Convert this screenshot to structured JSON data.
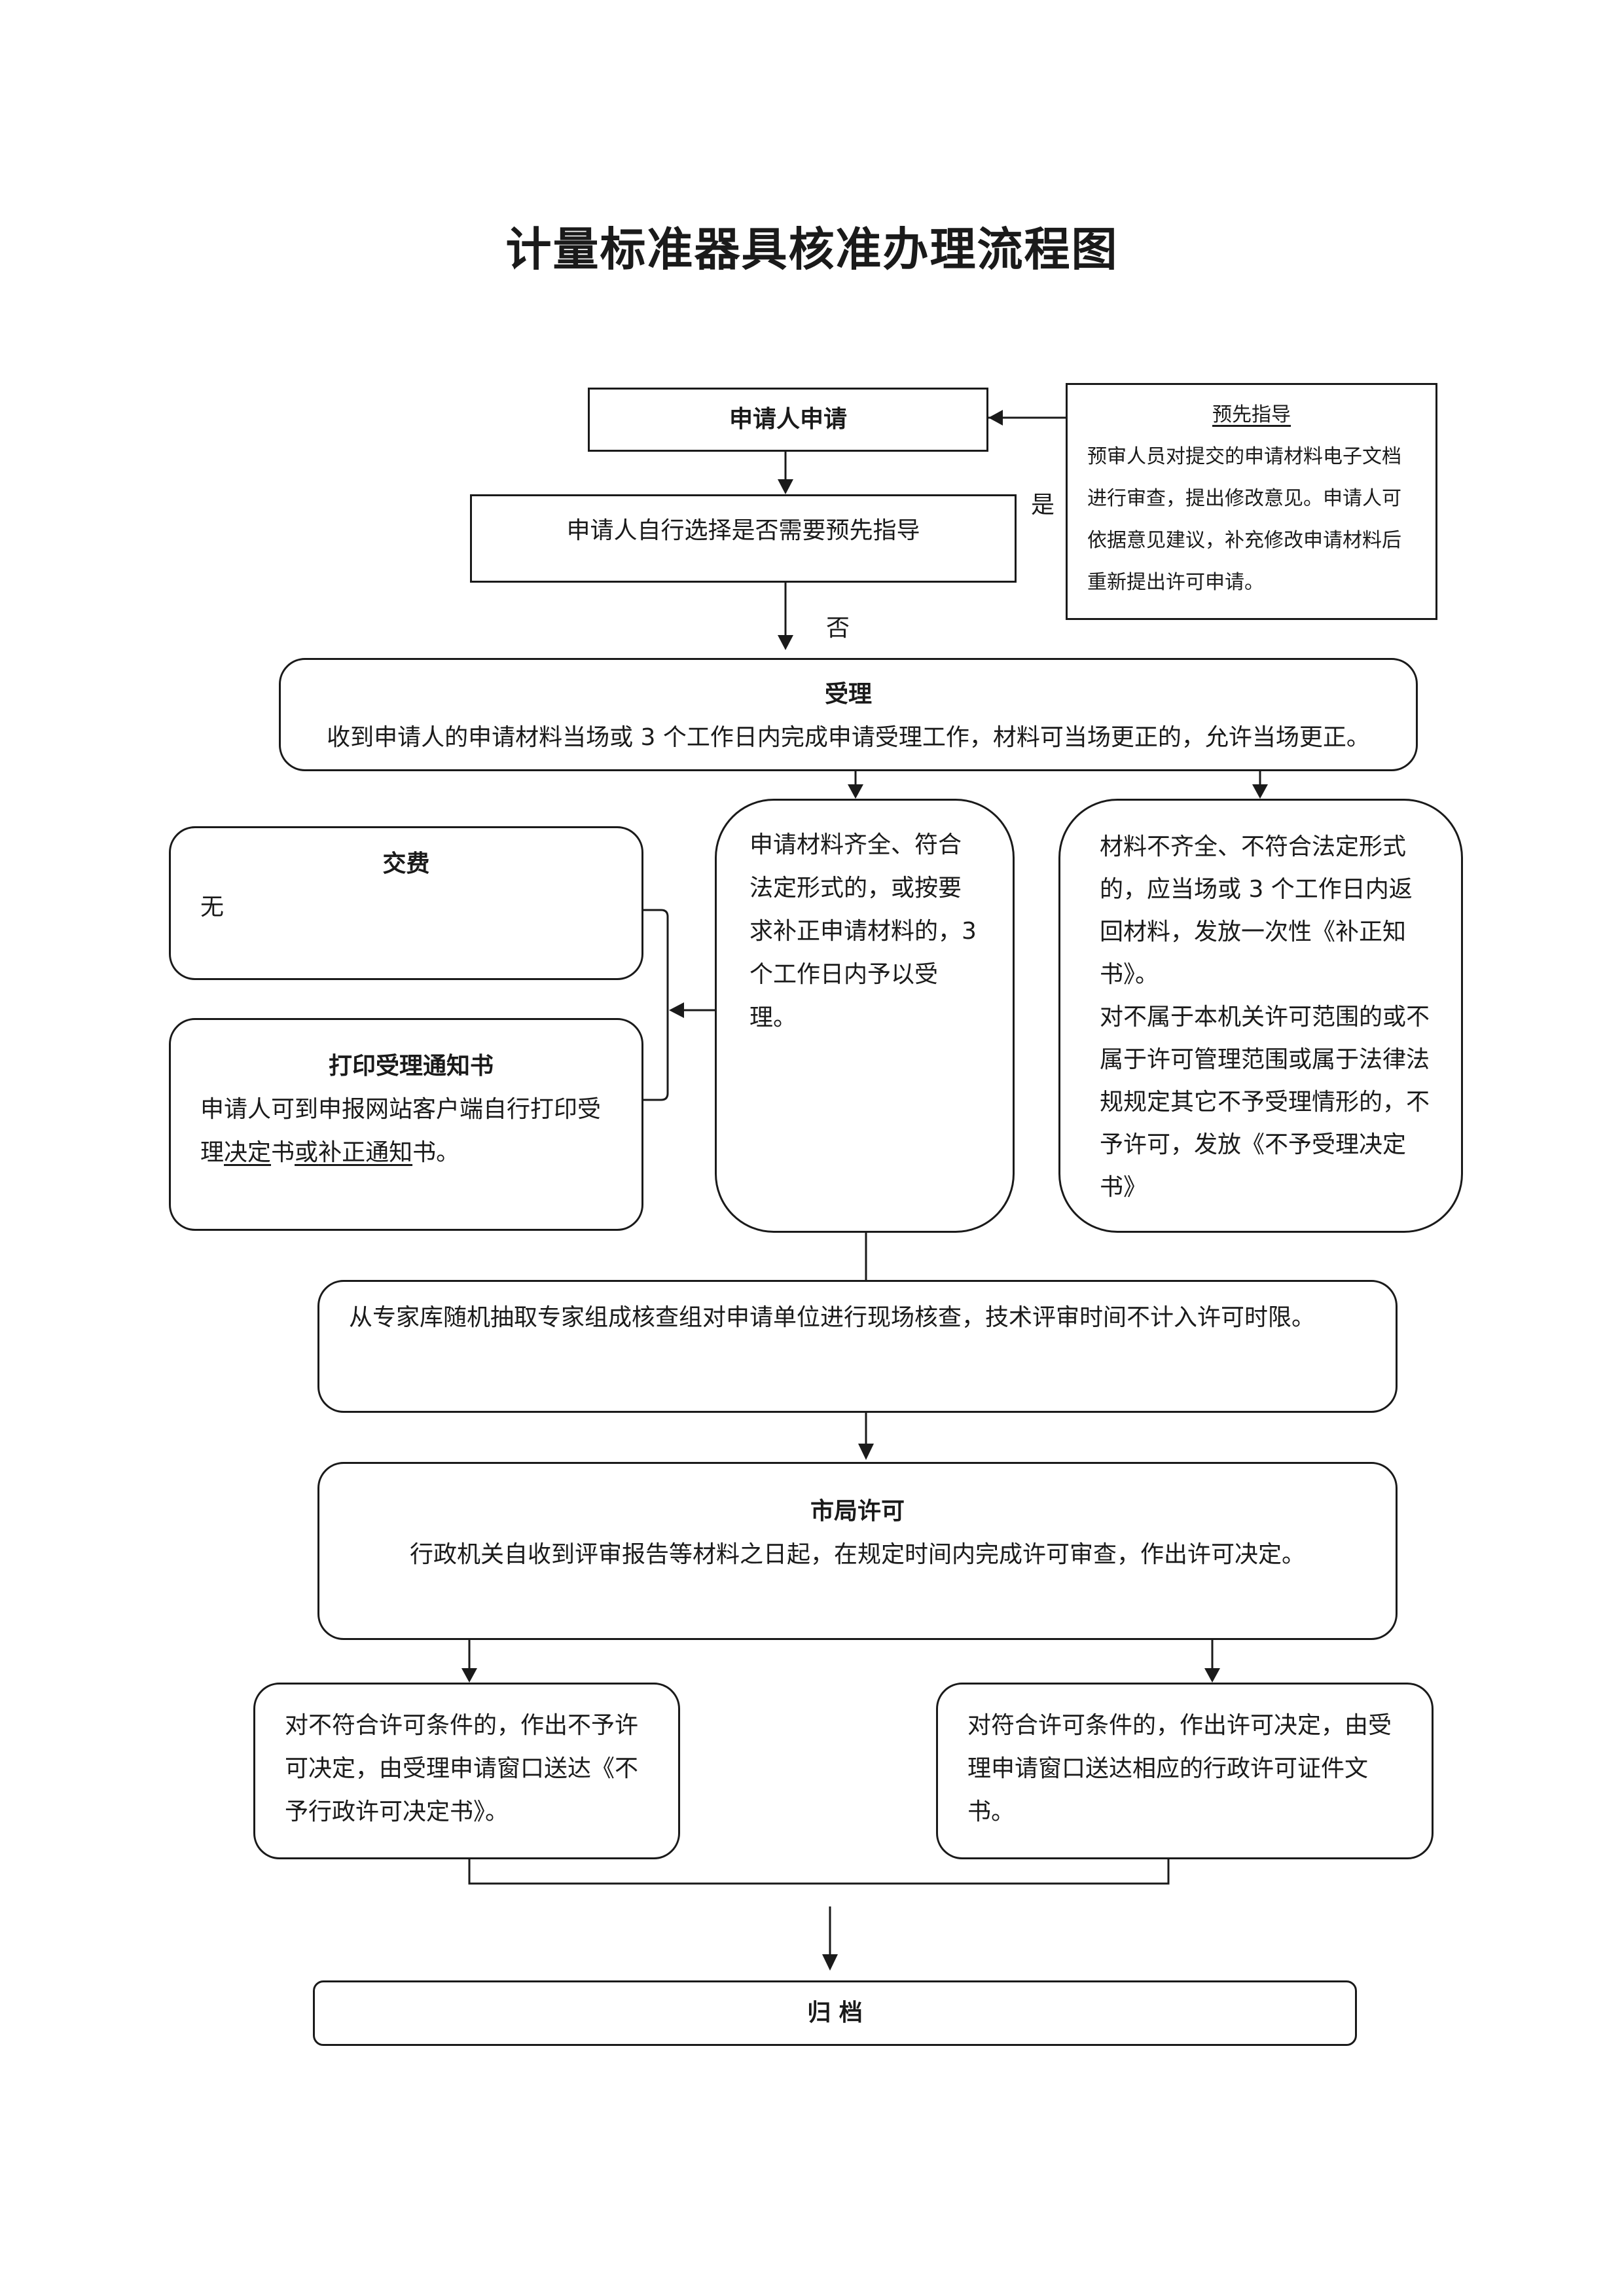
{
  "title": "计量标准器具核准办理流程图",
  "nodes": {
    "apply": {
      "title": "申请人申请"
    },
    "choose": {
      "text": "申请人自行选择是否需要预先指导"
    },
    "pre_guide": {
      "title": "预先指导",
      "body": "预审人员对提交的申请材料电子文档进行审查，提出修改意见。申请人可依据意见建议，补充修改申请材料后重新提出许可申请。"
    },
    "accept": {
      "title": "受理",
      "body": "收到申请人的申请材料当场或 3 个工作日内完成申请受理工作，材料可当场更正的，允许当场更正。"
    },
    "fee": {
      "title": "交费",
      "body": "无"
    },
    "print_notice": {
      "title": "打印受理通知书",
      "body_prefix": "申请人可到申报网站客户端自行打印受理",
      "underline_1": "决定",
      "middle": "书",
      "or": "或",
      "underline_2": "补正通知",
      "suffix": "书。"
    },
    "complete": {
      "body": "申请材料齐全、符合法定形式的，或按要求补正申请材料的，3 个工作日内予以受理。"
    },
    "incomplete": {
      "body_1": "材料不齐全、不符合法定形式的，应当场或 3 个工作日内返回材料，发放一次性《补正知书》。",
      "body_2": "对不属于本机关许可范围的或不属于许可管理范围或属于法律法规规定其它不予受理情形的，不予许可，发放《不予受理决定书》"
    },
    "review": {
      "body": "从专家库随机抽取专家组成核查组对申请单位进行现场核查，技术评审时间不计入许可时限。"
    },
    "city_permit": {
      "title": "市局许可",
      "body": "行政机关自收到评审报告等材料之日起，在规定时间内完成许可审查，作出许可决定。"
    },
    "deny": {
      "body": "对不符合许可条件的，作出不予许可决定，由受理申请窗口送达《不予行政许可决定书》。"
    },
    "grant": {
      "body": "对符合许可条件的，作出许可决定，由受理申请窗口送达相应的行政许可证件文书。"
    },
    "archive": {
      "title": "归 档"
    }
  },
  "edge_labels": {
    "yes": "是",
    "no": "否"
  }
}
